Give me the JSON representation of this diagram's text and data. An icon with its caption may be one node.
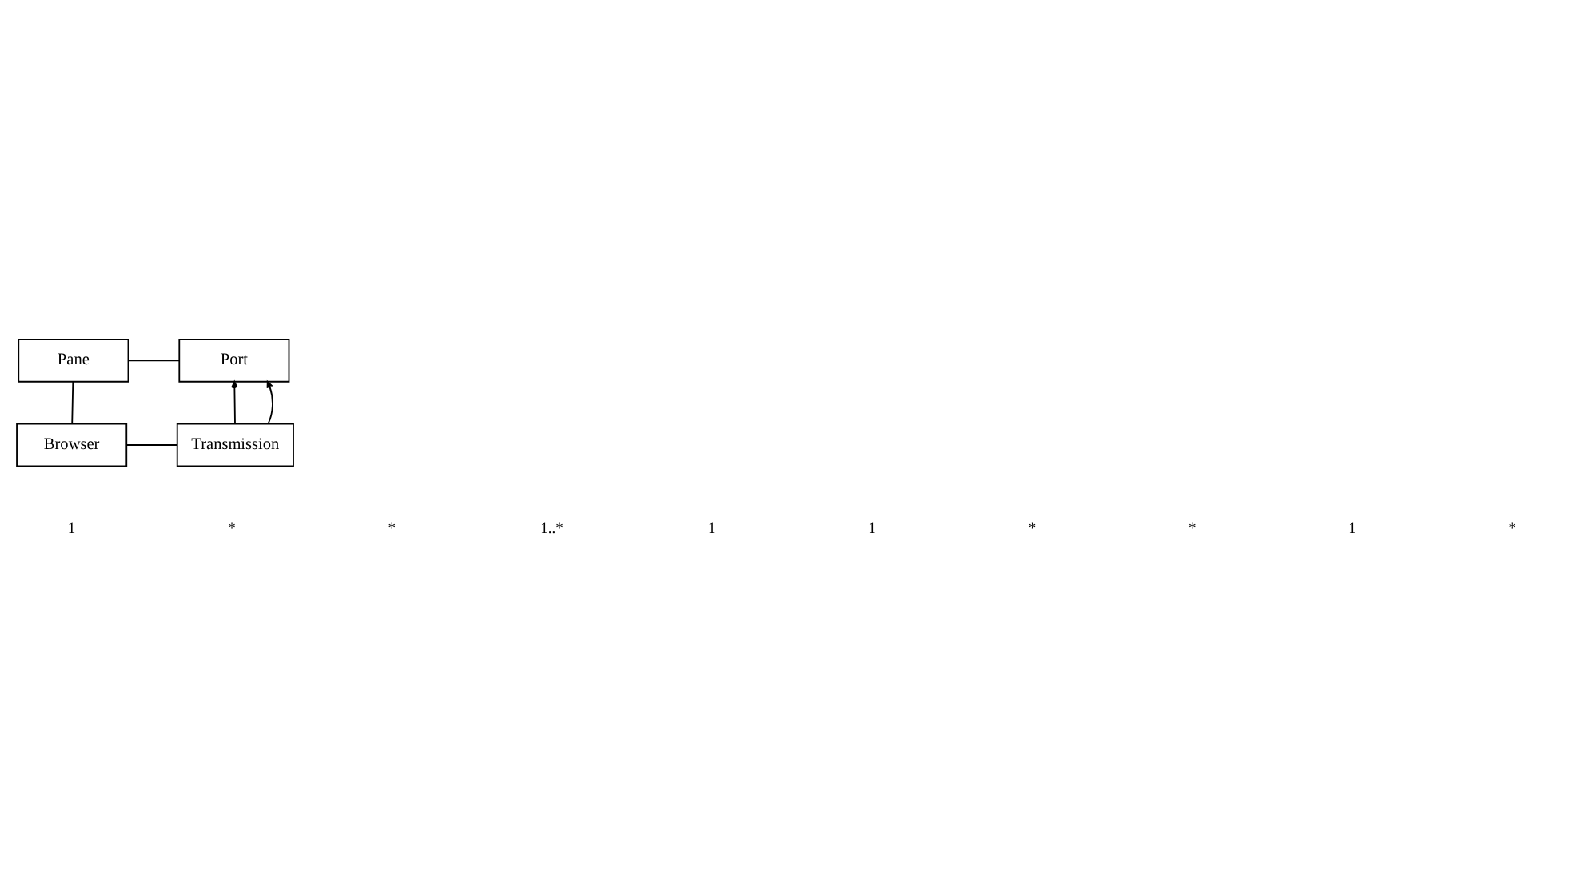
{
  "diagram": {
    "nodes": [
      {
        "text": [
          "Pane"
        ]
      },
      {
        "text": [
          "Port"
        ]
      },
      {
        "text": [
          "Browser"
        ]
      },
      {
        "text": [
          "Transmission"
        ]
      }
    ],
    "edges": [
      {
        "from": 0,
        "to": 1,
        "arrow": "none"
      },
      {
        "from": 0,
        "to": 2,
        "arrow": "none"
      },
      {
        "from": 3,
        "to": 1,
        "arrow": "to"
      },
      {
        "from": 3,
        "to": 1,
        "arrow": "to"
      },
      {
        "from": 2,
        "to": 3,
        "arrow": "none"
      }
    ],
    "labels": [
      "1",
      "*",
      "*",
      "1..*",
      "1",
      "1",
      "*",
      "*",
      "1",
      "*"
    ]
  }
}
